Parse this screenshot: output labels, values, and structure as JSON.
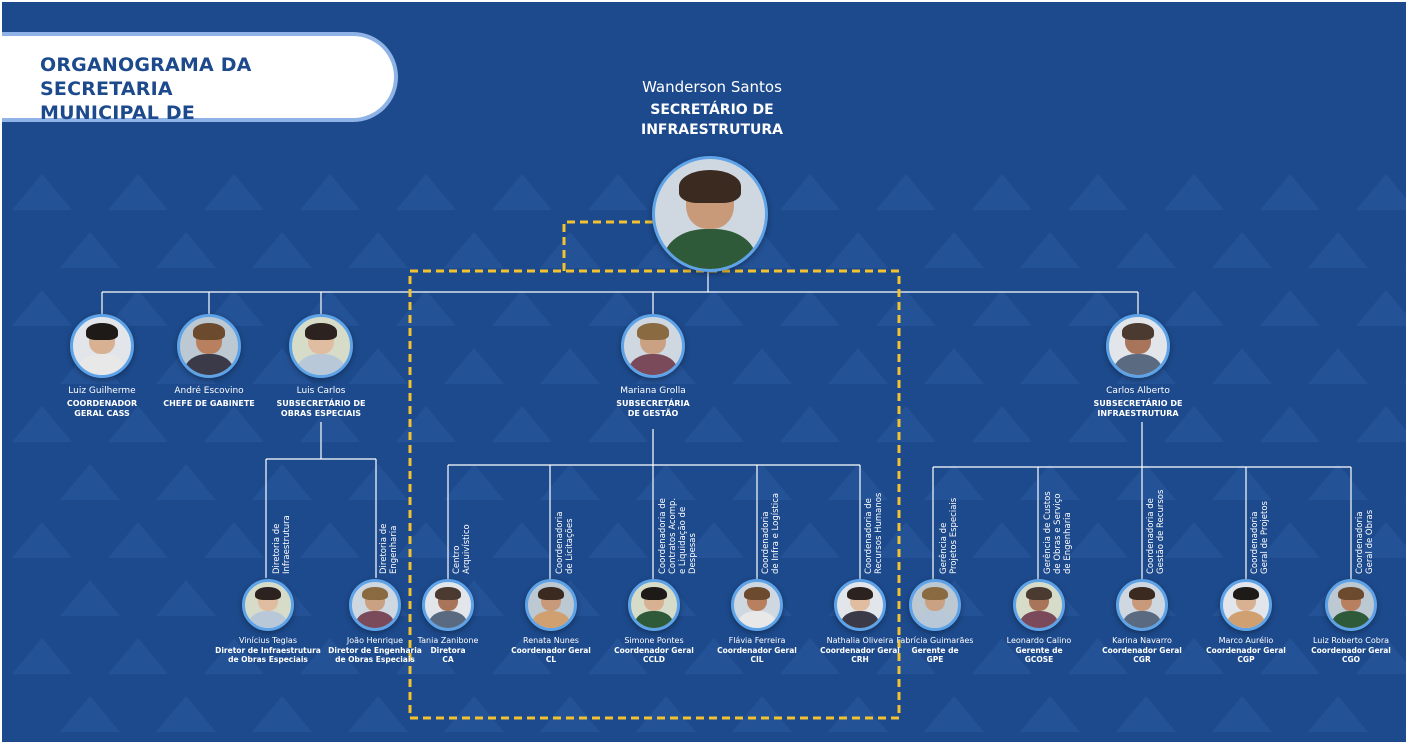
{
  "title": "ORGANOGRAMA DA SECRETARIA\nMUNICIPAL DE INFRAESTRUTURA",
  "colors": {
    "background": "#1d4a8c",
    "accent": "#5ea3e8",
    "highlight": "#f2c230",
    "text": "#ffffff"
  },
  "top": {
    "name": "Wanderson Santos",
    "role": "SECRETÁRIO DE\nINFRAESTRUTURA"
  },
  "level1": [
    {
      "name": "Luiz Guilherme",
      "role": "COORDENADOR\nGERAL CASS"
    },
    {
      "name": "André Escovino",
      "role": "CHEFE DE GABINETE"
    },
    {
      "name": "Luis Carlos",
      "role": "SUBSECRETÁRIO DE\nOBRAS ESPECIAIS"
    },
    {
      "name": "Mariana Grolla",
      "role": "SUBSECRETÁRIA\nDE GESTÃO"
    },
    {
      "name": "Carlos Alberto",
      "role": "SUBSECRETÁRIO DE\nINFRAESTRUTURA"
    }
  ],
  "units": [
    "Diretoria de\nInfraestrutura",
    "Diretoria de\nEngenharia",
    "Centro\nArquivístico",
    "Coordenadoria\nde Licitações",
    "Coordenadoria de\nContratos Acomp.\ne Liquidação de\nDespesas",
    "Coordenadoria\nde Infra e Logística",
    "Coordenadoria de\nRecursos Humanos",
    "Gerência de\nProjetos Especiais",
    "Gerência de Custos\nde Obras e Serviço\nde Engenharia",
    "Coordenadoria de\nGestão de Recursos",
    "Coordenadoria\nGeral de Projetos",
    "Coordenadoria\nGeral de Obras"
  ],
  "level3": [
    {
      "name": "Vinícius Teglas",
      "role": "Diretor de Infraestrutura\nde Obras Especiais"
    },
    {
      "name": "João Henrique",
      "role": "Diretor de Engenharia\nde Obras Especiais"
    },
    {
      "name": "Tania Zanibone",
      "role": "Diretora\nCA"
    },
    {
      "name": "Renata Nunes",
      "role": "Coordenador Geral\nCL"
    },
    {
      "name": "Simone Pontes",
      "role": "Coordenador Geral\nCCLD"
    },
    {
      "name": "Flávia Ferreira",
      "role": "Coordenador Geral\nCIL"
    },
    {
      "name": "Nathalia Oliveira",
      "role": "Coordenador Geral\nCRH"
    },
    {
      "name": "Fabrícia Guimarães",
      "role": "Gerente de\nGPE"
    },
    {
      "name": "Leonardo Calino",
      "role": "Gerente de\nGCOSE"
    },
    {
      "name": "Karina Navarro",
      "role": "Coordenador Geral\nCGR"
    },
    {
      "name": "Marco Aurélio",
      "role": "Coordenador Geral\nCGP"
    },
    {
      "name": "Luiz Roberto Cobra",
      "role": "Coordenador Geral\nCGO"
    }
  ]
}
